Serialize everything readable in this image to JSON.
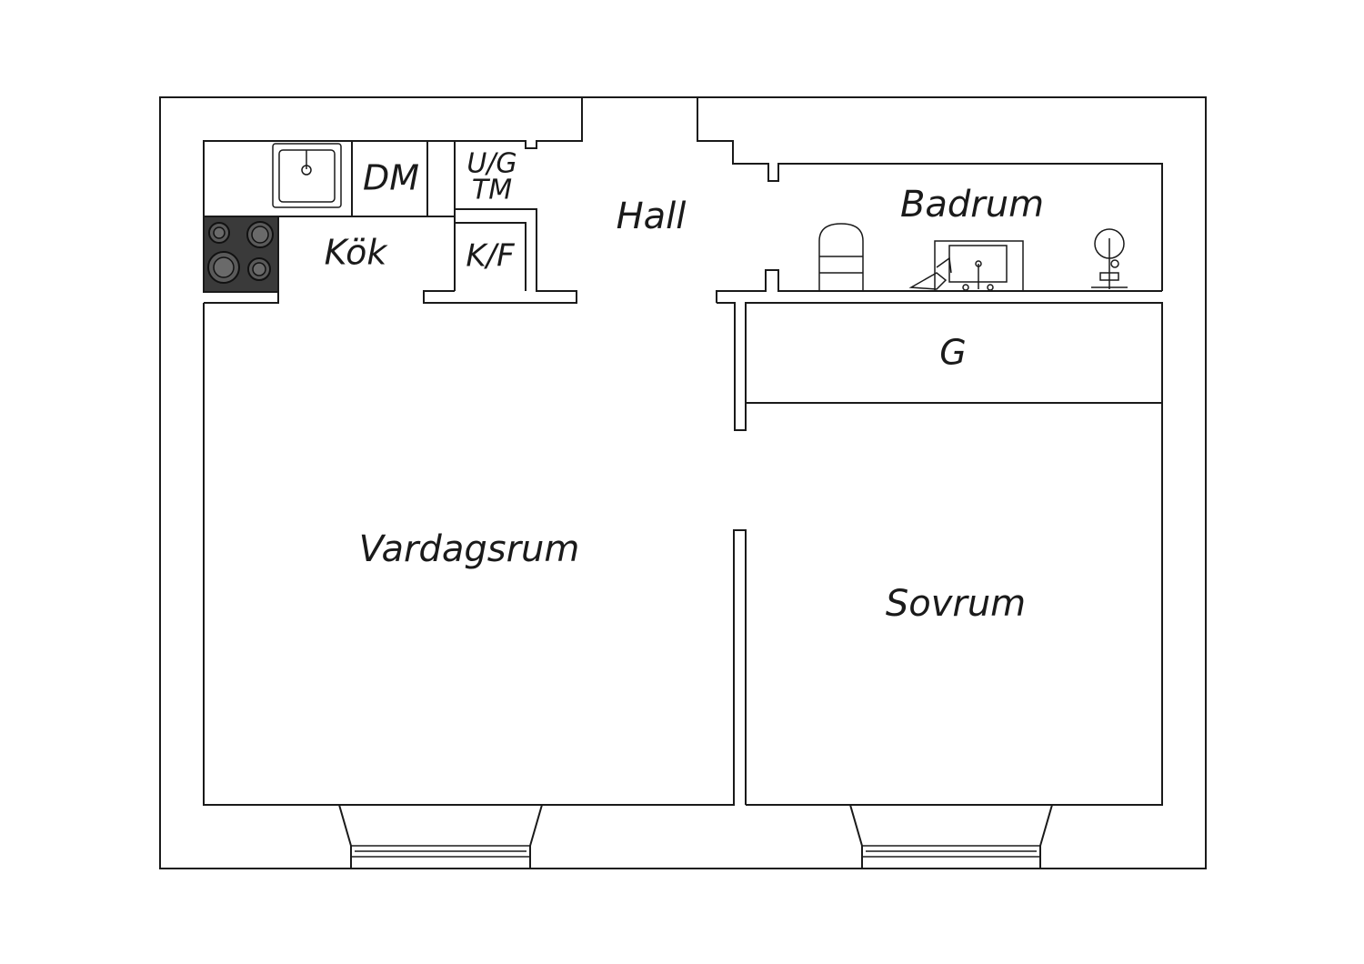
{
  "rooms": {
    "kok": "Kök",
    "hall": "Hall",
    "badrum": "Badrum",
    "vardagsrum": "Vardagsrum",
    "sovrum": "Sovrum",
    "g": "G"
  },
  "fixtures": {
    "dm": "DM",
    "ug": "U/G",
    "tm": "TM",
    "kf": "K/F"
  },
  "colors": {
    "stove": "#3a3a3a",
    "line": "#1a1a1a",
    "background": "#ffffff"
  }
}
